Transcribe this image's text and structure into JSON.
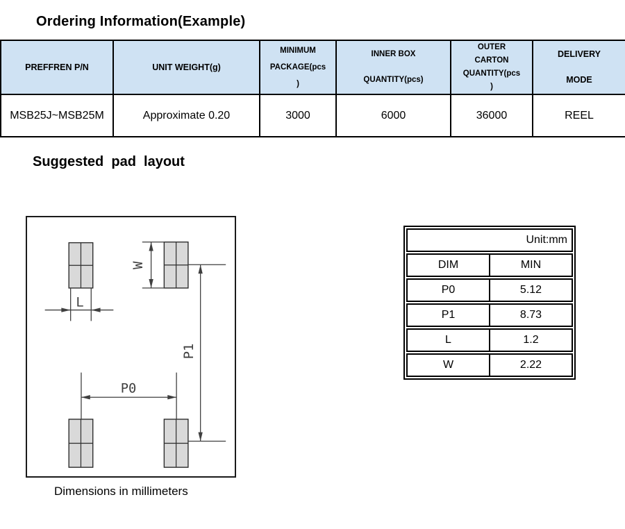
{
  "colors": {
    "table_header_bg": "#cfe2f3",
    "pad_fill": "#d9d9d9",
    "line": "#3f3f3f",
    "border": "#000000"
  },
  "page": {
    "heading_ordering": "Ordering Information(Example)",
    "heading_pad_layout": "Suggested  pad  layout",
    "drawing_caption": "Dimensions in millimeters"
  },
  "ordering_table": {
    "headers": [
      {
        "label": "PREFFREN P/N"
      },
      {
        "label": "UNIT WEIGHT(g)"
      },
      {
        "label": "MINIMUM\nPACKAGE(pcs\n)"
      },
      {
        "label": "INNER BOX\nQUANTITY(pcs)"
      },
      {
        "label": "OUTER\nCARTON\nQUANTITY(pcs\n)"
      },
      {
        "label": "DELIVERY\nMODE"
      }
    ],
    "row": {
      "part_number": "MSB25J~MSB25M",
      "unit_weight": "Approximate 0.20",
      "minimum_package": "3000",
      "inner_box_qty": "6000",
      "outer_carton_qty": "36000",
      "delivery_mode": "REEL"
    }
  },
  "pad_layout": {
    "labels": {
      "W": "W",
      "L": "L",
      "P0": "P0",
      "P1": "P1"
    },
    "dim_table": {
      "unit_label": "Unit:mm",
      "columns": [
        "DIM",
        "MIN"
      ],
      "rows": [
        [
          "P0",
          "5.12"
        ],
        [
          "P1",
          "8.73"
        ],
        [
          "L",
          "1.2"
        ],
        [
          "W",
          "2.22"
        ]
      ]
    }
  }
}
